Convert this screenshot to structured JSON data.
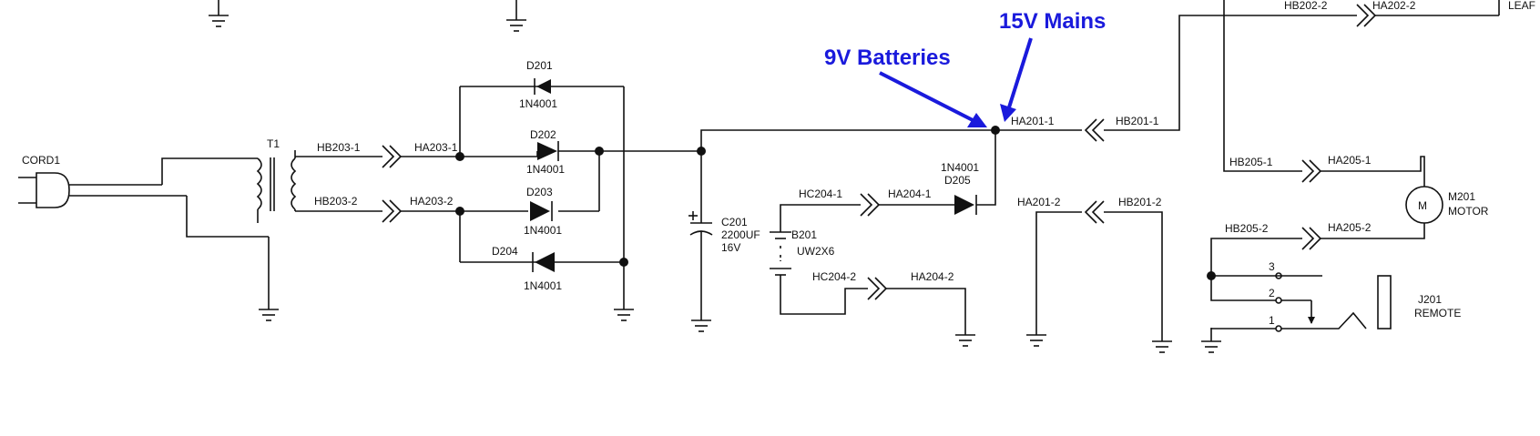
{
  "annotations": {
    "batteries": "9V Batteries",
    "mains": "15V Mains"
  },
  "labels": {
    "cord": "CORD1",
    "t1": "T1",
    "hb203_1": "HB203-1",
    "hb203_2": "HB203-2",
    "ha203_1": "HA203-1",
    "ha203_2": "HA203-2",
    "d201": "D201",
    "d201_part": "1N4001",
    "d202": "D202",
    "d202_part": "1N4001",
    "d203": "D203",
    "d203_part": "1N4001",
    "d204": "D204",
    "d204_part": "1N4001",
    "c201": "C201",
    "c201_val": "2200UF",
    "c201_v": "16V",
    "b201": "B201",
    "b201_part": "UW2X6",
    "hc204_1": "HC204-1",
    "ha204_1": "HA204-1",
    "d205_part": "1N4001",
    "d205": "D205",
    "hc204_2": "HC204-2",
    "ha204_2": "HA204-2",
    "ha201_1": "HA201-1",
    "hb201_1": "HB201-1",
    "ha201_2": "HA201-2",
    "hb201_2": "HB201-2",
    "hb202_2": "HB202-2",
    "ha202_2": "HA202-2",
    "leaf": "LEAF",
    "hb205_1": "HB205-1",
    "ha205_1": "HA205-1",
    "hb205_2": "HB205-2",
    "ha205_2": "HA205-2",
    "m201": "M201",
    "motor": "MOTOR",
    "j201": "J201",
    "remote": "REMOTE",
    "pin3": "3",
    "pin2": "2",
    "pin1": "1"
  },
  "colors": {
    "annotation": "#1a1adc",
    "wire": "#111111"
  }
}
